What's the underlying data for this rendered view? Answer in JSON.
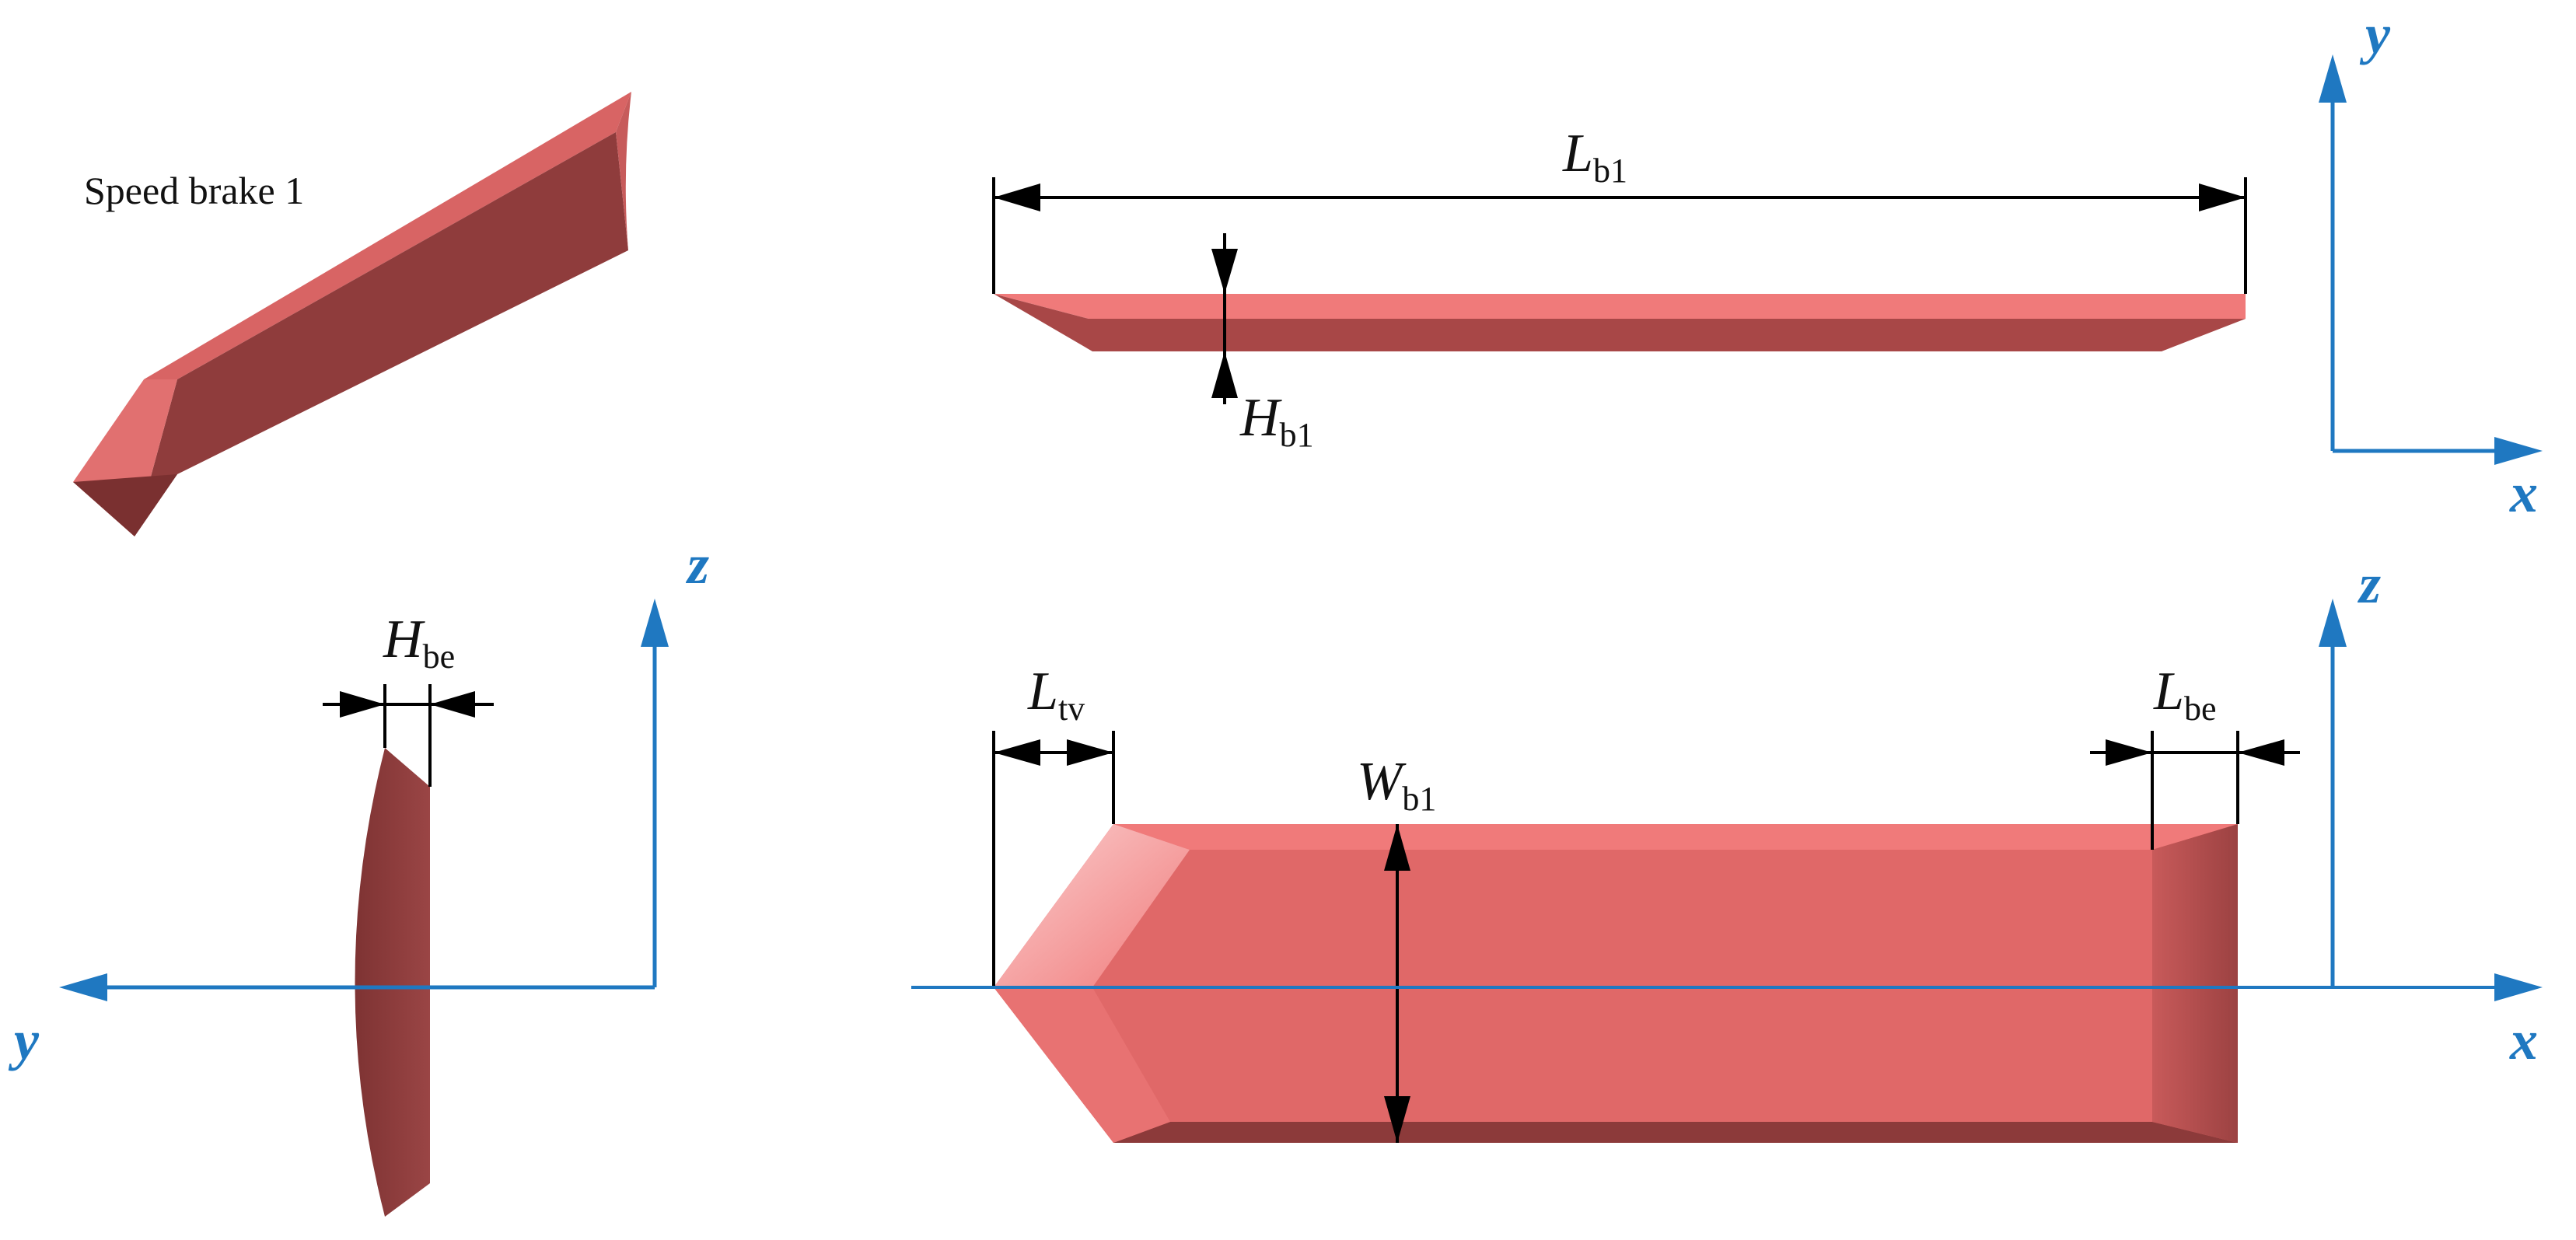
{
  "colors": {
    "axis": "#1f78c1",
    "dimension": "#000000",
    "body_light": "#f07a7a",
    "body_mid": "#e06868",
    "body_dark": "#8f3a3a",
    "body_shadow": "#a94848"
  },
  "views": {
    "iso": {
      "caption": "Speed brake 1"
    },
    "top_xy": {
      "axes": {
        "vertical": "y",
        "horizontal": "x"
      },
      "dims": {
        "length": {
          "symbol": "L",
          "sub": "b1"
        },
        "height": {
          "symbol": "H",
          "sub": "b1"
        }
      }
    },
    "side_yz": {
      "axes": {
        "vertical": "z",
        "horizontal": "y"
      },
      "dims": {
        "edge_height": {
          "symbol": "H",
          "sub": "be"
        }
      }
    },
    "front_xz": {
      "axes": {
        "vertical": "z",
        "horizontal": "x"
      },
      "dims": {
        "tip_length": {
          "symbol": "L",
          "sub": "tv"
        },
        "width": {
          "symbol": "W",
          "sub": "b1"
        },
        "edge_length": {
          "symbol": "L",
          "sub": "be"
        }
      }
    }
  }
}
